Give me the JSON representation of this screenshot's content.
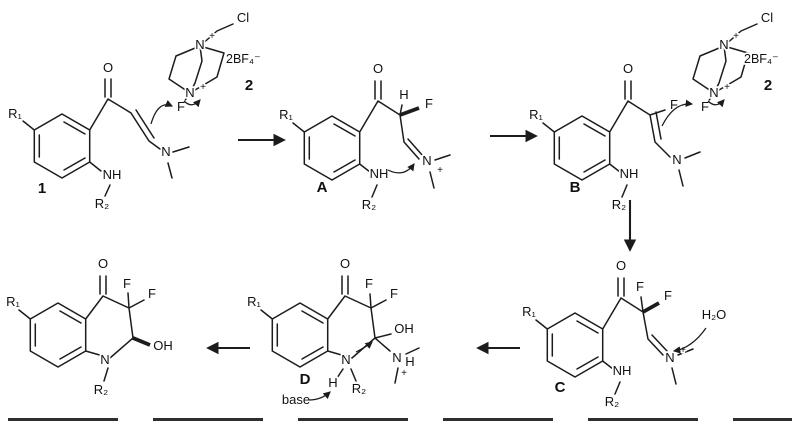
{
  "scheme": {
    "compounds": {
      "c1": "1",
      "cA": "A",
      "cB": "B",
      "cC": "C",
      "cD": "D"
    },
    "reagent": {
      "number": "2",
      "counterion": "2BF₄⁻",
      "chlorine": "Cl"
    },
    "atoms": {
      "O": "O",
      "F": "F",
      "N": "N",
      "NH": "NH",
      "OH": "OH",
      "H": "H",
      "R1": "R₁",
      "R2": "R₂",
      "plus": "+"
    },
    "annotations": {
      "water": "H₂O",
      "base": "base"
    }
  }
}
